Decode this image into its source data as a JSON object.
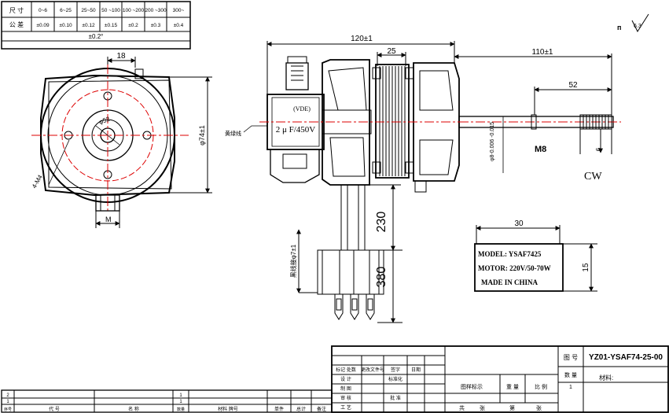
{
  "tolerance_table": {
    "row1_label": "尺 寸",
    "row2_label": "公 差",
    "ranges": [
      "0~6",
      "6~25",
      "25~50",
      "50 ~100",
      "100 ~200",
      "200 ~300",
      "300~"
    ],
    "tolerances": [
      "±0.09",
      "±0.10",
      "±0.12",
      "±0.15",
      "±0.2",
      "±0.3",
      "±0.4"
    ],
    "angle_tol": "±0.2°"
  },
  "roughness_mark": {
    "sym": "∀",
    "val": "6.3"
  },
  "front_view": {
    "dim_18": "18",
    "dim_74": "74±1",
    "dim_d": "φ74±1",
    "dim_4m4": "4-M4",
    "dim_m": "M",
    "dim_phi": "φ52"
  },
  "side_view": {
    "dim_120": "120±1",
    "dim_25": "25",
    "dim_110": "110±1",
    "dim_52": "52",
    "dim_m8": "M8",
    "dim_6": "6",
    "dim_shaft": "φ8-0.006 -0.015",
    "cap_model": "(VDE)",
    "cap_value": "2 μ F/450V",
    "cap_leader": "黄绿线",
    "dim_230": "230",
    "dim_380": "380",
    "lead_label": "黑线接φ7±1",
    "rotation": "CW"
  },
  "nameplate": {
    "dim_30": "30",
    "dim_15": "15",
    "model": "MODEL: YSAF7425",
    "motor": "MOTOR: 220V/50-70W",
    "made": "MADE  IN  CHINA"
  },
  "title_block": {
    "drawing_no_label": "图 号",
    "drawing_no": "YZ01-YSAF74-25-00",
    "qty_label": "数 量",
    "qty": "1",
    "material_label": "材料:",
    "mark_label": "图样标示",
    "weight_label": "重 量",
    "scale_label": "比 例",
    "rows": [
      "标记 处数",
      "更改文件号",
      "签字",
      "日期"
    ],
    "design": "设 计",
    "draw": "制 图",
    "check": "审 核",
    "craft": "工 艺",
    "std": "标准化",
    "approve": "批 准",
    "sheet_total": "共",
    "sheet": "张",
    "sheet_no": "第",
    "sheet2": "张"
  },
  "revision_block": {
    "row2": "2",
    "row1": "1",
    "row2b": "1",
    "row1b": "1",
    "h_seq": "序号",
    "h_code": "代 号",
    "h_name": "名 称",
    "h_qty": "数量",
    "h_mat": "材料 牌号",
    "h_unit": "单件",
    "h_total": "总计",
    "h_note": "备注"
  }
}
